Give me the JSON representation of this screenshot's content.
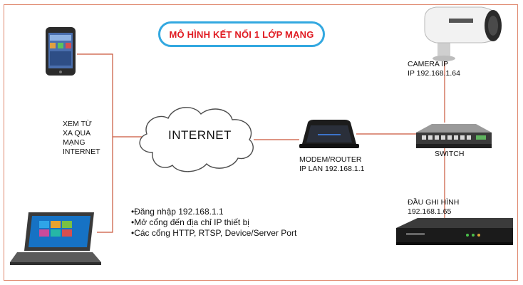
{
  "title": "MÔ HÌNH KẾT NỐI 1 LỚP MẠNG",
  "internet": "INTERNET",
  "remote_view": [
    "XEM TỪ",
    "XA QUA",
    "MẠNG",
    "INTERNET"
  ],
  "camera": [
    "CAMERA IP",
    "IP 192.168.1.64"
  ],
  "modem": [
    "MODEM/ROUTER",
    "IP LAN 192.168.1.1"
  ],
  "switch": "SWITCH",
  "recorder": [
    "ĐẦU GHI HÌNH",
    "192.168.1.65"
  ],
  "notes": [
    "•Đăng nhập 192.168.1.1",
    "•Mở cổng đến địa chỉ IP thiết bị",
    "•Các cổng HTTP, RTSP, Device/Server Port"
  ],
  "colors": {
    "frame": "#e0896f",
    "title_border": "#33a8e0",
    "title_text": "#e01b22",
    "link_line": "#c9563a"
  },
  "icons": {
    "phone": "smartphone-icon",
    "laptop": "laptop-icon",
    "cloud": "cloud-icon",
    "modem": "router-icon",
    "switch": "network-switch-icon",
    "camera": "ip-camera-icon",
    "recorder": "nvr-recorder-icon"
  }
}
